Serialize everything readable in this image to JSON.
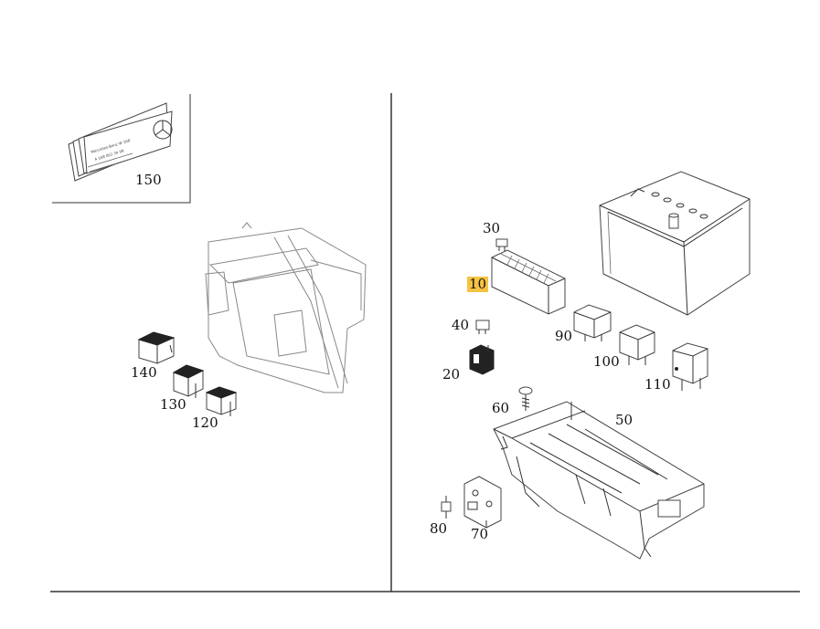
{
  "callouts": {
    "c150": "150",
    "c140": "140",
    "c130": "130",
    "c120": "120",
    "c30": "30",
    "c10": "10",
    "c40": "40",
    "c20": "20",
    "c90": "90",
    "c100": "100",
    "c110": "110",
    "c60": "60",
    "c50": "50",
    "c80": "80",
    "c70": "70"
  },
  "booklet": {
    "line1": "Mercedes-Benz W 168",
    "line2": "A 168 002 34 99"
  },
  "highlight_color": "#f5c242"
}
